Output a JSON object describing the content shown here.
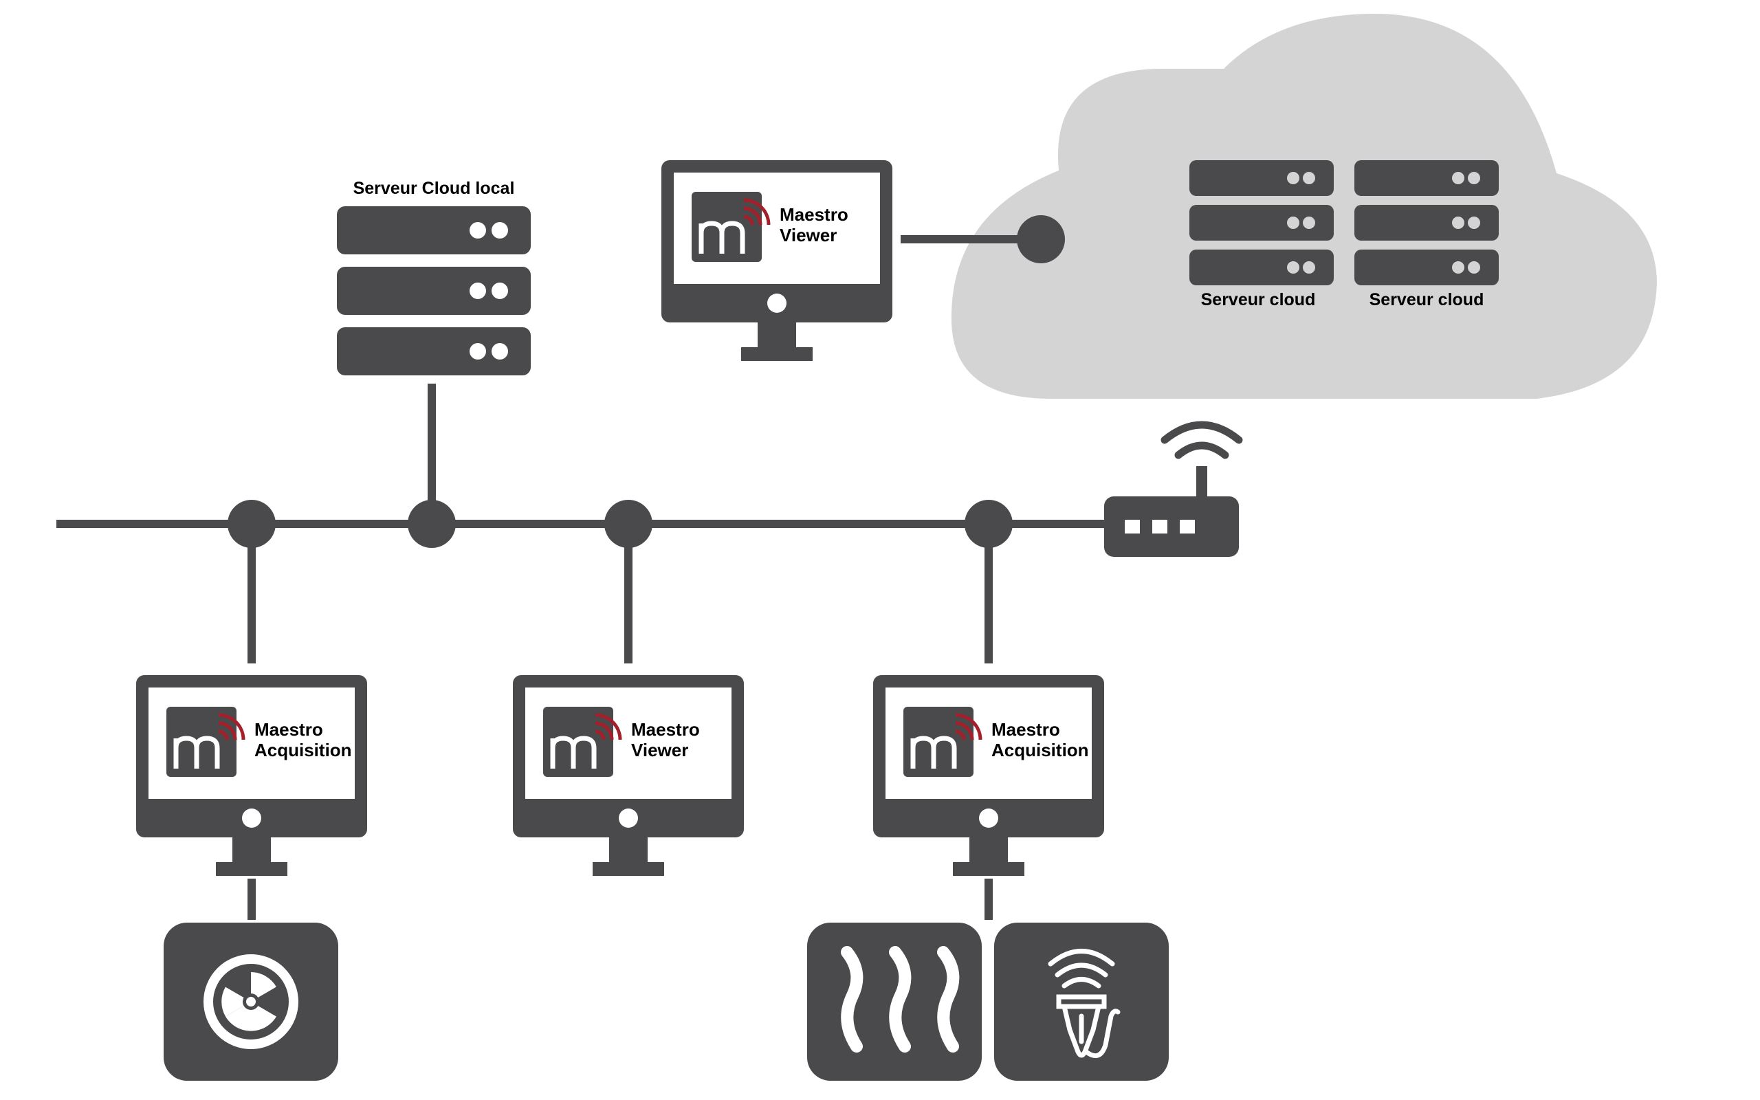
{
  "colors": {
    "device": "#4a4a4c",
    "cloud": "#d4d4d4",
    "accent": "#a3202a",
    "screen": "#ffffff",
    "text": "#000000"
  },
  "labels": {
    "local_server": "Serveur Cloud local",
    "cloud_server_1": "Serveur cloud",
    "cloud_server_2": "Serveur cloud"
  },
  "workstations": {
    "viewer_top": {
      "name": "Maestro",
      "role": "Viewer"
    },
    "acq_left": {
      "name": "Maestro",
      "role": "Acquisition"
    },
    "viewer_mid": {
      "name": "Maestro",
      "role": "Viewer"
    },
    "acq_right": {
      "name": "Maestro",
      "role": "Acquisition"
    }
  },
  "icons": {
    "router": "wifi-router-icon",
    "radiation_sensor": "radiation-icon",
    "heat_sensor": "heat-waves-icon",
    "ultrasound_sensor": "ultrasound-probe-icon",
    "logo": "maestro-logo-icon"
  }
}
